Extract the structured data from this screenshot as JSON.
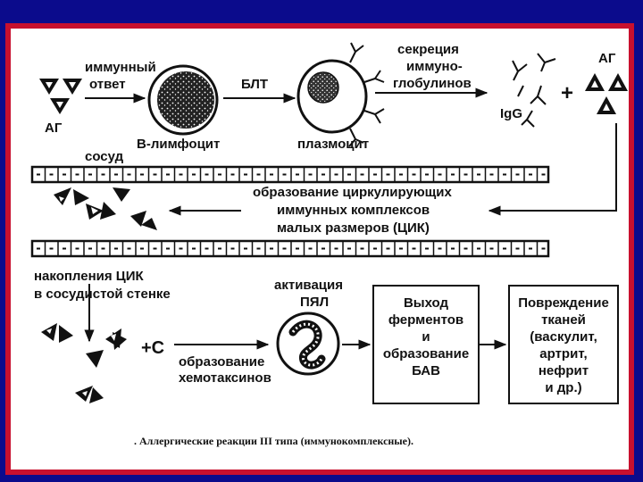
{
  "colors": {
    "background": "#0b0b8c",
    "frame": "#c8102e",
    "panel": "#ffffff",
    "ink": "#111111"
  },
  "labels": {
    "immune_response": [
      "иммунный",
      "ответ"
    ],
    "ag_left": "АГ",
    "b_lymphocyte": "В-лимфоцит",
    "blt": "БЛТ",
    "plasmocyte": "плазмоцит",
    "secretion": [
      "секреция",
      "иммуно-",
      "глобулинов"
    ],
    "igg": "IgG",
    "plus": "+",
    "ag_right": "АГ",
    "vessel": "сосуд",
    "cic_formation": [
      "образование циркулирующих",
      "иммунных комплексов",
      "малых размеров (ЦИК)"
    ],
    "accumulation": [
      "накопления ЦИК",
      "в сосудистой стенке"
    ],
    "plus_c": "+С",
    "chemotaxin": [
      "образование",
      "хемотаксинов"
    ],
    "activation": [
      "активация",
      "ПЯЛ"
    ],
    "enzymes_box": [
      "Выход",
      "ферментов",
      "и",
      "образование",
      "БАВ"
    ],
    "damage_box": [
      "Повреждение",
      "тканей",
      "(васкулит,",
      "артрит,",
      "нефрит",
      "и др.)"
    ],
    "caption": ". Аллергические реакции III типа (иммунокомплексные)."
  }
}
